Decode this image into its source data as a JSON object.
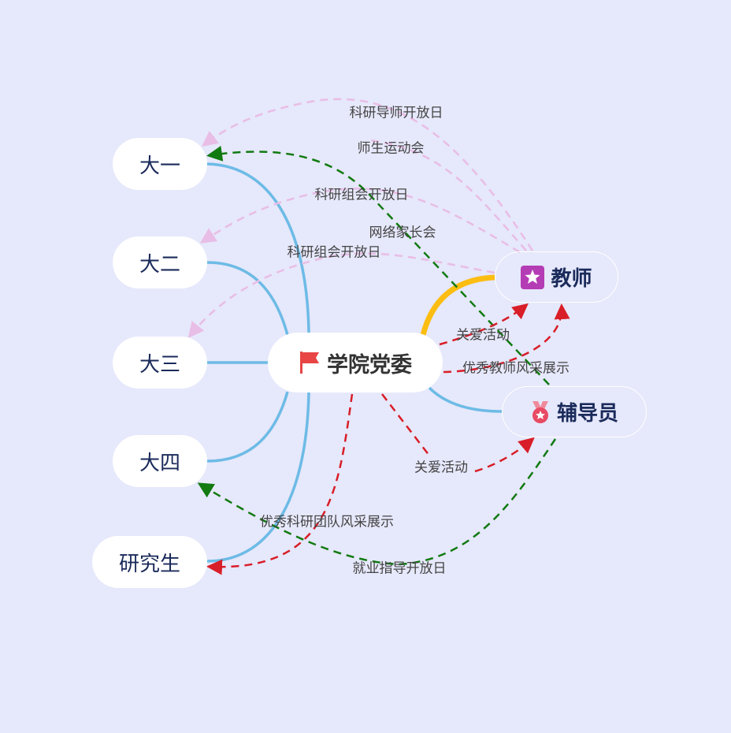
{
  "nodes": {
    "center": "学院党委",
    "y1": "大一",
    "y2": "大二",
    "y3": "大三",
    "y4": "大四",
    "grad": "研究生",
    "teacher": "教师",
    "counselor": "辅导员"
  },
  "edge_labels": {
    "l1": "科研导师开放日",
    "l2": "师生运动会",
    "l3": "科研组会开放日",
    "l4": "网络家长会",
    "l5": "科研组会开放日",
    "l6": "关爱活动",
    "l7": "优秀教师风采展示",
    "l8": "关爱活动",
    "l9": "优秀科研团队风采展示",
    "l10": "就业指导开放日"
  },
  "colors": {
    "tree": "#6dbbe6",
    "highlight": "#fcbd12",
    "pink": "#e8bde6",
    "green": "#117a11",
    "red": "#d81e28"
  }
}
